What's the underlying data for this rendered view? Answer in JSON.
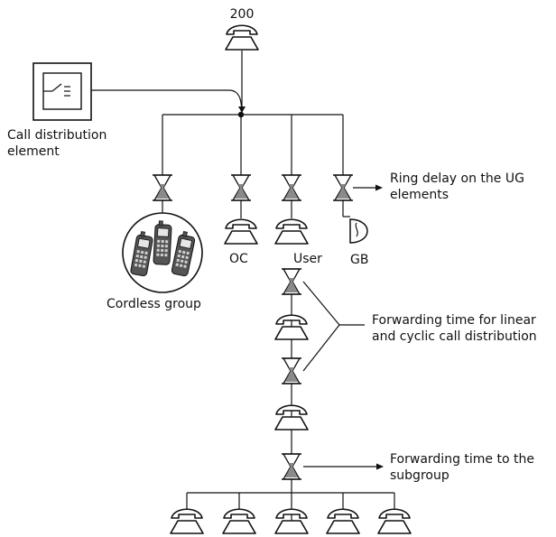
{
  "labels": {
    "top_number": "200",
    "call_distribution": [
      "Call distribution",
      "element"
    ],
    "cordless_group": "Cordless group",
    "oc": "OC",
    "user": "User",
    "gb": "GB",
    "ring_delay": [
      "Ring delay on the UG",
      "elements"
    ],
    "forwarding_linear": [
      "Forwarding time for linear",
      "and cyclic call distribution"
    ],
    "forwarding_subgroup": [
      "Forwarding time to the",
      "subgroup"
    ]
  },
  "icons": {
    "phone": "telephone-icon",
    "hourglass": "hourglass-icon",
    "cordless": "cordless-phone-icon",
    "bell": "bell-icon",
    "switch": "call-distribution-switch-icon"
  },
  "colors": {
    "line": "#111111",
    "sand": "#8a8a8a",
    "background": "#ffffff"
  }
}
